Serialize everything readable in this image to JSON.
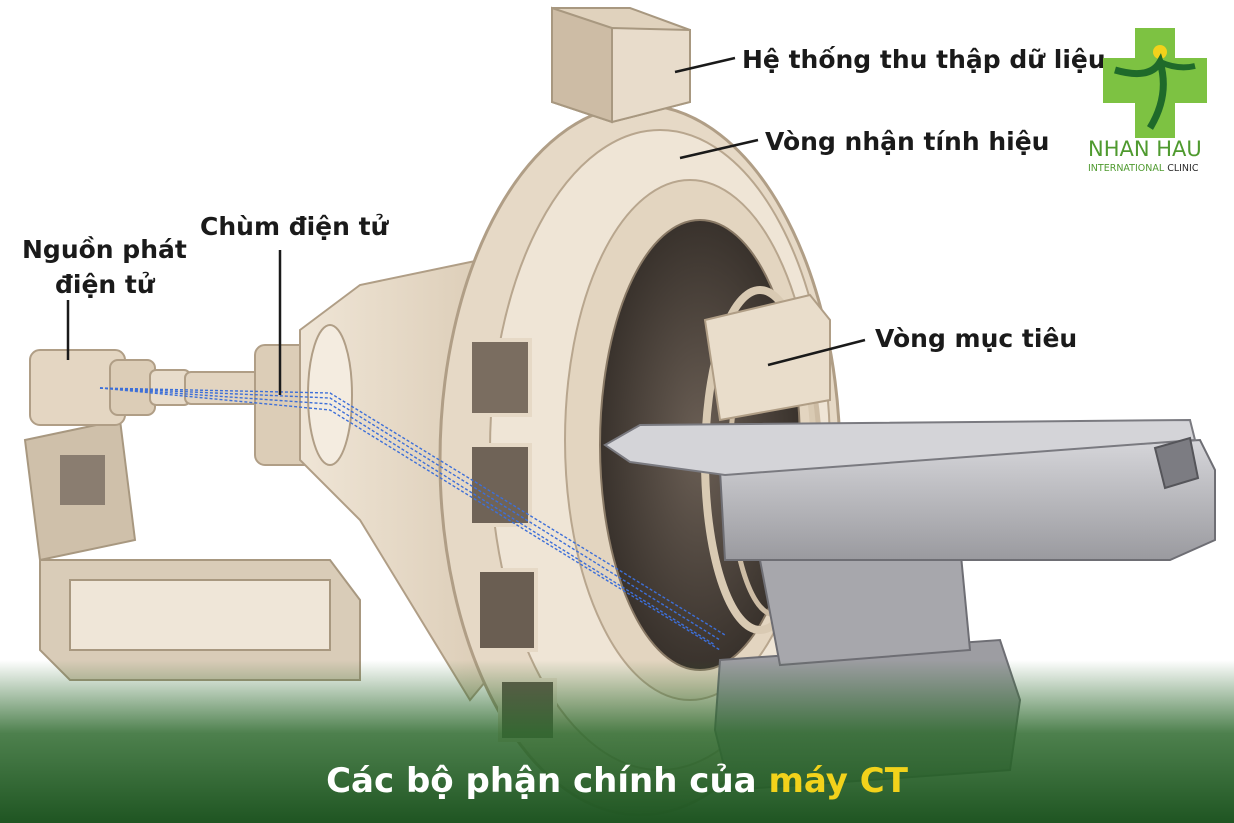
{
  "labels": {
    "data_acquisition": "Hệ thống thu thập dữ liệu",
    "signal_ring": "Vòng nhận tính hiệu",
    "electron_beam": "Chùm điện tử",
    "electron_source_line1": "Nguồn phát",
    "electron_source_line2": "điện tử",
    "target_ring": "Vòng mục tiêu"
  },
  "caption": {
    "prefix": "Các bộ phận chính của",
    "highlight": "máy CT"
  },
  "logo": {
    "name": "NHAN HAU",
    "sub_part1": "INTERNATIONAL",
    "sub_part2": "CLINIC"
  },
  "colors": {
    "cream": "#e8dccb",
    "cream_dark": "#c9b8a1",
    "bore_shadow": "#4a4038",
    "table_steel": "#b8b8bc",
    "beam_blue": "#3d6fd8",
    "caption_green": "#2e6a2e",
    "caption_yellow": "#f2d21b",
    "logo_green": "#7dc242",
    "logo_text": "#4f9a2f"
  }
}
